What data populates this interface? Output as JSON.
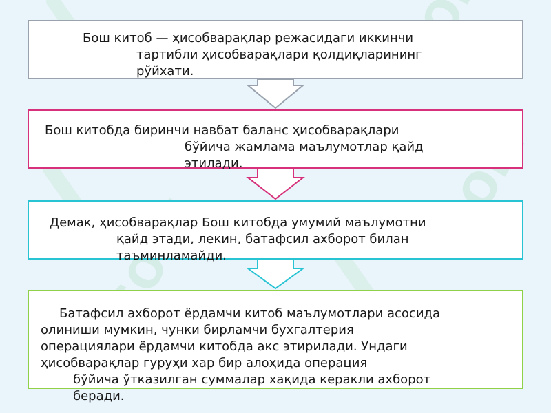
{
  "diagram": {
    "box1": {
      "lines": [
        "Бош китоб — ҳисобварақлар режасидаги иккинчи",
        "тартибли ҳисобварақлари қолдиқларининг",
        "рўйхати."
      ]
    },
    "box2": {
      "lines": [
        "Бош китобда биринчи навбат баланс ҳисобварақлари",
        "бўйича жамлама маълумотлар қайд",
        "этилади."
      ]
    },
    "box3": {
      "lines": [
        "Демак, ҳисобварақлар Бош китобда умумий маълумотни",
        "қайд этади, лекин, батафсил ахборот билан",
        "таъминламайди."
      ]
    },
    "box4": {
      "lines": [
        "Батафсил ахборот ёрдамчи китоб маълумотлари асосида",
        "олиниши мумкин, чунки бирламчи бухгалтерия",
        "операциялари ёрдамчи китобда акс этирилади. Ундаги",
        "ҳисобварақлар гуруҳи хар бир алоҳида операция",
        "бўйича ўтказилган суммалар хақида керакли ахборот",
        "беради."
      ]
    }
  },
  "watermark": {
    "text": "SOFF"
  },
  "colors": {
    "box1_border": "#9aa2ad",
    "box2_border": "#d6317a",
    "box3_border": "#29c4d4",
    "box4_border": "#8fd24a",
    "arrow1": "#9aa2ad",
    "arrow2": "#d6317a",
    "arrow3": "#29c4d4",
    "background": "#eaf4fb"
  }
}
